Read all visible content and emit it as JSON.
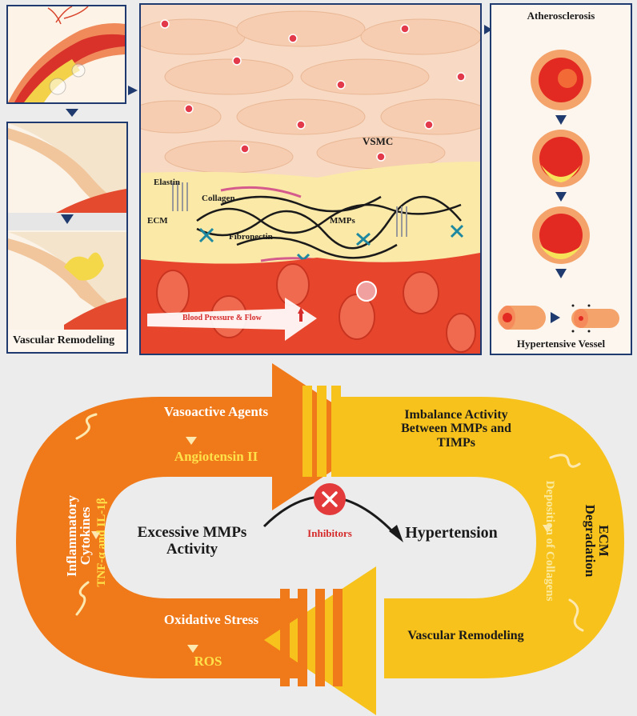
{
  "top_panel": {
    "vsmc": "VSMC",
    "elastin": "Elastin",
    "collagen": "Collagen",
    "ecm": "ECM",
    "mmps": "MMPs",
    "fibronectin": "Fibronectin",
    "blood_pressure_flow": "Blood Pressure & Flow"
  },
  "left_panel": {
    "caption": "Vascular Remodeling"
  },
  "right_panel": {
    "title": "Atherosclerosis",
    "caption": "Hypertensive Vessel"
  },
  "cycle": {
    "vasoactive_agents": "Vasoactive Agents",
    "angiotensin": "Angiotensin II",
    "inflammatory": "Inflammatory",
    "cytokines": "Cytokines",
    "tnf_il": "TNF-α and IL-1β",
    "oxidative_stress": "Oxidative Stress",
    "ros": "ROS",
    "imbalance_line1": "Imbalance Activity",
    "imbalance_line2": "Between MMPs and",
    "imbalance_line3": "TIMPs",
    "ecm": "ECM",
    "degradation": "Degradation",
    "deposition": "Deposition of Collagens",
    "vascular_remodeling": "Vascular Remodeling",
    "excessive_line1": "Excessive MMPs",
    "excessive_line2": "Activity",
    "inhibitors": "Inhibitors",
    "hypertension": "Hypertension"
  },
  "colors": {
    "orange": "#f07a1a",
    "yellow": "#f7c21c",
    "navy": "#1f3a6e",
    "blood": "#e0412a"
  }
}
